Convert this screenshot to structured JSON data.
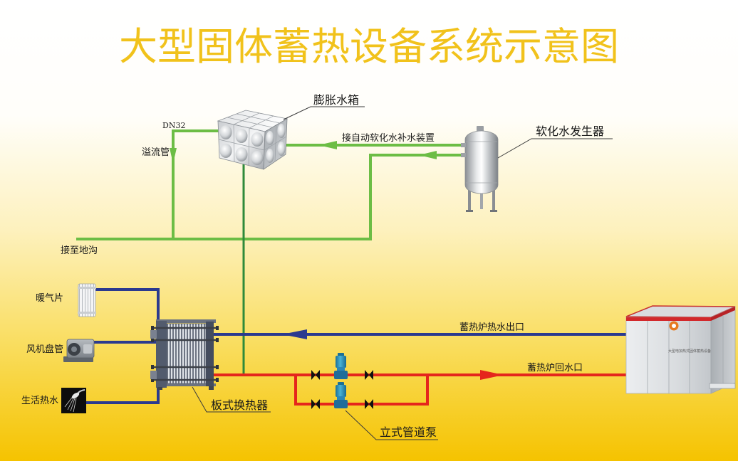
{
  "title": "大型固体蓄热设备系统示意图",
  "components": {
    "expansion_tank": "膨胀水箱",
    "softener": "软化水发生器",
    "plate_exchanger": "板式换热器",
    "pump": "立式管道泵",
    "radiator": "暖气片",
    "fan_coil": "风机盘管",
    "hot_water": "生活热水",
    "storage_unit_plate": "大型电加热式固体蓄热设备"
  },
  "pipe_labels": {
    "dn32": "DN32",
    "overflow": "溢流管",
    "drain": "接至地沟",
    "makeup": "接自动软化水补水装置",
    "outlet": "蓄热炉热水出口",
    "return": "蓄热炉回水口"
  },
  "colors": {
    "title": "#f1c21b",
    "supply_pipe": "#2b3a8f",
    "return_pipe": "#e5261c",
    "water_pipe": "#6cbd45",
    "expansion_pipe": "#2f8a3a",
    "background_bottom": "#f5c300"
  },
  "icons": {
    "expansion_tank": "expansion-tank-icon",
    "softener": "water-softener-icon",
    "plate_exchanger": "plate-heat-exchanger-icon",
    "pump": "pipeline-pump-icon",
    "valve": "butterfly-valve-icon",
    "radiator": "radiator-icon",
    "fan_coil": "fan-coil-icon",
    "hot_water": "shower-icon",
    "storage_unit": "solid-heat-storage-unit-icon"
  }
}
